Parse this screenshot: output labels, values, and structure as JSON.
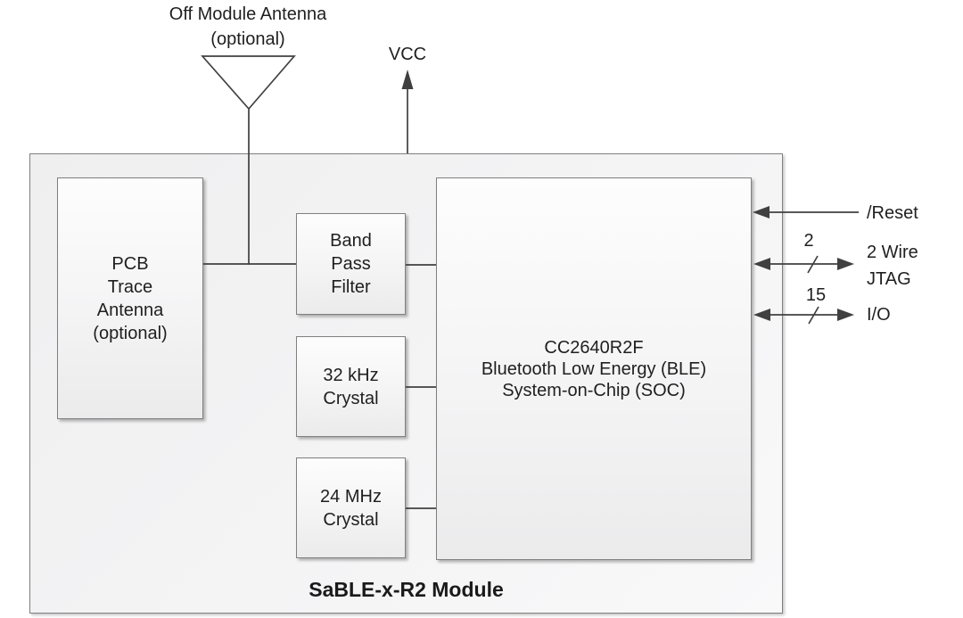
{
  "module": {
    "title": "SaBLE-x-R2 Module"
  },
  "external": {
    "antenna_label": "Off Module Antenna\n(optional)",
    "vcc_label": "VCC"
  },
  "nodes": {
    "pcb_antenna": {
      "label": "PCB\nTrace\nAntenna\n(optional)"
    },
    "band_pass_filter": {
      "label": "Band\nPass\nFilter"
    },
    "crystal_32k": {
      "label": "32 kHz\nCrystal"
    },
    "crystal_24m": {
      "label": "24 MHz\nCrystal"
    },
    "soc": {
      "label": "CC2640R2F\nBluetooth Low Energy (BLE)\nSystem-on-Chip (SOC)"
    }
  },
  "ports": {
    "reset": {
      "label": "/Reset",
      "direction": "input"
    },
    "jtag": {
      "label": "2 Wire\nJTAG",
      "bus_width": "2",
      "direction": "bidirectional"
    },
    "io": {
      "label": "I/O",
      "bus_width": "15",
      "direction": "bidirectional"
    }
  },
  "colors": {
    "background": "#ffffff",
    "module_fill": "#f1f1f2",
    "box_fill_top": "#fdfdfd",
    "box_fill_bottom": "#ebebec",
    "box_border": "#7f7f7f",
    "module_border": "#808080",
    "wire": "#404040",
    "text": "#1f1f1f"
  }
}
